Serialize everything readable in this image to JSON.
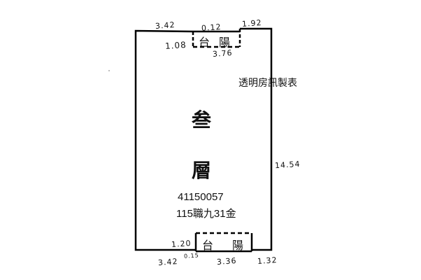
{
  "floor_plan": {
    "floor_label_line1": "叁",
    "floor_label_line2": "層",
    "building_no": "41150057",
    "reference": "115職九31金",
    "watermark": "透明房訊製表",
    "top_balcony": {
      "label_left": "台",
      "label_right": "陽"
    },
    "bottom_balcony": {
      "label_left": "台",
      "label_right": "陽"
    },
    "dimensions": {
      "top_left": "3.42",
      "top_balcony_width": "0.12",
      "top_right": "1.92",
      "top_balcony_depth": "1.08",
      "top_balcony_bottom": "3.76",
      "right_side": "14.54",
      "bottom_balcony_depth": "1.20",
      "bottom_left": "3.42",
      "bottom_offset": "0.15",
      "bottom_balcony_width": "3.36",
      "bottom_right": "1.32"
    },
    "line_color": "#000000"
  }
}
